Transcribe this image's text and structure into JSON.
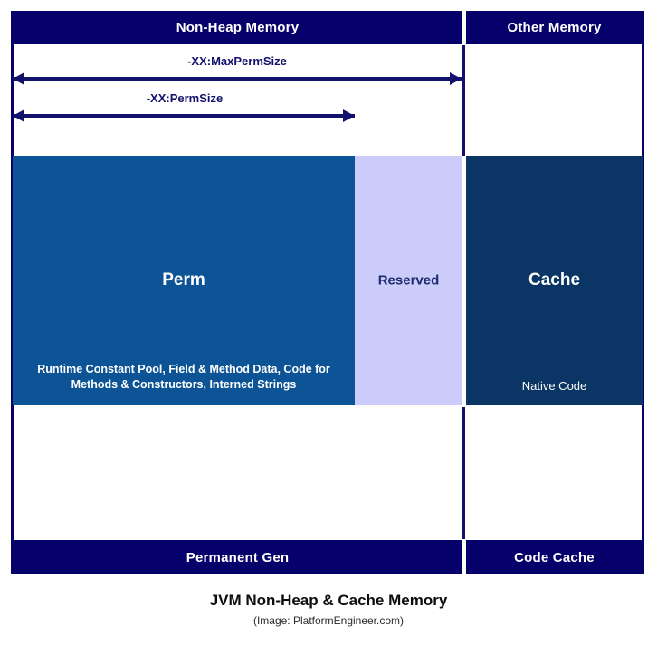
{
  "diagram": {
    "caption_title": "JVM Non-Heap & Cache Memory",
    "caption_credit": "(Image: PlatformEngineer.com)",
    "colors": {
      "navy_band": "#06006b",
      "frame_border": "#0a0069",
      "perm_blue": "#0d5496",
      "reserved_lavender": "#ccccfa",
      "cache_dark_blue": "#0a3564",
      "arrow_navy": "#12116b",
      "text_white": "#ffffff"
    },
    "header": {
      "left_label": "Non-Heap Memory",
      "right_label": "Other Memory"
    },
    "footer": {
      "left_label": "Permanent Gen",
      "right_label": "Code Cache"
    },
    "arrows": [
      {
        "label": "-XX:MaxPermSize",
        "direction": "double",
        "spans": "Perm + Reserved"
      },
      {
        "label": "-XX:PermSize",
        "direction": "double",
        "spans": "Perm"
      }
    ],
    "blocks": [
      {
        "name": "Perm",
        "title": "Perm",
        "subtitle": "Runtime Constant Pool, Field & Method Data, Code for Methods & Constructors, Interned Strings"
      },
      {
        "name": "Reserved",
        "title": "Reserved",
        "subtitle": ""
      },
      {
        "name": "Cache",
        "title": "Cache",
        "subtitle": "Native Code"
      }
    ]
  }
}
